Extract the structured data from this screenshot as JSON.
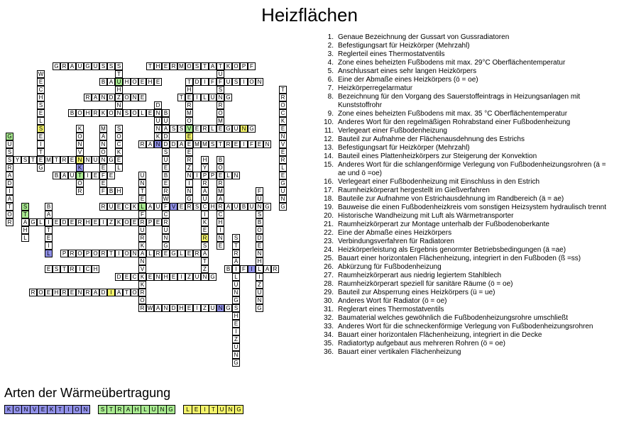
{
  "title": "Heizflächen",
  "colors": {
    "blue": "#9090e8",
    "green": "#a8ea90",
    "yellow": "#f4f46a"
  },
  "across": [
    {
      "word": "GRAUGUSS",
      "r": 4,
      "c": 6
    },
    {
      "word": "THERMOSTATKOPF",
      "r": 4,
      "c": 18
    },
    {
      "word": "BAUHOEHE",
      "r": 6,
      "c": 12
    },
    {
      "word": "DIFFUSION",
      "r": 6,
      "c": 24
    },
    {
      "word": "RANDZONE",
      "r": 8,
      "c": 10
    },
    {
      "word": "TEILUNG",
      "r": 8,
      "c": 22
    },
    {
      "word": "BOHRKONSOLEN",
      "r": 10,
      "c": 8
    },
    {
      "word": "NASSVERLEGUNG",
      "r": 12,
      "c": 19
    },
    {
      "word": "RANDDAEMMSTREIFEN",
      "r": 14,
      "c": 17
    },
    {
      "word": "SYSTEMTRENNUNG",
      "r": 16,
      "c": 0
    },
    {
      "word": "BAUTIEFE",
      "r": 18,
      "c": 6
    },
    {
      "word": "NIPPELN",
      "r": 18,
      "c": 23
    },
    {
      "word": "FBH",
      "r": 20,
      "c": 12
    },
    {
      "word": "RUECKLAUFVERSCHRAUBUNG",
      "r": 22,
      "c": 12
    },
    {
      "word": "GLIEDERHEIZKOERPER",
      "r": 24,
      "c": 3
    },
    {
      "word": "PROPORTIONALREGLER",
      "r": 28,
      "c": 7
    },
    {
      "word": "ESTRICH",
      "r": 30,
      "c": 5
    },
    {
      "word": "BIFILAR",
      "r": 30,
      "c": 28
    },
    {
      "word": "DECKENHEIZUNG",
      "r": 31,
      "c": 14
    },
    {
      "word": "ROEHRENRADIATOR",
      "r": 33,
      "c": 3
    },
    {
      "word": "WANDHEIZUNG",
      "r": 35,
      "c": 18
    }
  ],
  "down": [
    {
      "word": "STEHEND",
      "r": 4,
      "c": 14
    },
    {
      "word": "NUTEN",
      "r": 6,
      "c": 14
    },
    {
      "word": "WECHSELSEITIG",
      "r": 5,
      "c": 4
    },
    {
      "word": "THERMOMETER",
      "r": 6,
      "c": 23
    },
    {
      "word": "URSTROM",
      "r": 5,
      "c": 27
    },
    {
      "word": "TROCKENVERLEGUNG",
      "r": 7,
      "c": 35
    },
    {
      "word": "DRUCK",
      "r": 9,
      "c": 19
    },
    {
      "word": "KONVEKTOR",
      "r": 12,
      "c": 9
    },
    {
      "word": "MANOMETER",
      "r": 12,
      "c": 12
    },
    {
      "word": "SOCKEL",
      "r": 12,
      "c": 14
    },
    {
      "word": "BUNDESUEBERWACHUNG",
      "r": 10,
      "c": 20
    },
    {
      "word": "STUETZRING",
      "r": 12,
      "c": 23
    },
    {
      "word": "GUSSRADIATOR",
      "r": 13,
      "c": 0
    },
    {
      "word": "HYDRAULIK",
      "r": 16,
      "c": 25
    },
    {
      "word": "BOHRMASCHINE",
      "r": 16,
      "c": 27
    },
    {
      "word": "UNTERFLURKONVEKTOR",
      "r": 18,
      "c": 17
    },
    {
      "word": "FUSSBODENHEIZUNG",
      "r": 20,
      "c": 32
    },
    {
      "word": "STAHL",
      "r": 22,
      "c": 2
    },
    {
      "word": "BAUTEIL",
      "r": 22,
      "c": 5
    },
    {
      "word": "ERSATZ",
      "r": 25,
      "c": 25
    },
    {
      "word": "STRAHLUNGSHEIZUNG",
      "r": 26,
      "c": 29
    }
  ],
  "highlights": [
    {
      "r": 6,
      "c": 14,
      "color": "green"
    },
    {
      "r": 12,
      "c": 23,
      "color": "green"
    },
    {
      "r": 12,
      "c": 30,
      "color": "yellow"
    },
    {
      "r": 14,
      "c": 19,
      "color": "blue"
    },
    {
      "r": 13,
      "c": 23,
      "color": "yellow"
    },
    {
      "r": 12,
      "c": 4,
      "color": "yellow"
    },
    {
      "r": 16,
      "c": 9,
      "color": "yellow"
    },
    {
      "r": 17,
      "c": 9,
      "color": "blue"
    },
    {
      "r": 18,
      "c": 9,
      "color": "green"
    },
    {
      "r": 18,
      "c": 4,
      "color": "yellow"
    },
    {
      "r": 22,
      "c": 17,
      "color": "green"
    },
    {
      "r": 22,
      "c": 21,
      "color": "blue"
    },
    {
      "r": 22,
      "c": 2,
      "color": "green"
    },
    {
      "r": 23,
      "c": 2,
      "color": "green"
    },
    {
      "r": 26,
      "c": 25,
      "color": "yellow"
    },
    {
      "r": 28,
      "c": 5,
      "color": "blue"
    },
    {
      "r": 30,
      "c": 31,
      "color": "blue"
    },
    {
      "r": 33,
      "c": 13,
      "color": "yellow"
    },
    {
      "r": 35,
      "c": 27,
      "color": "blue"
    },
    {
      "r": 13,
      "c": 0,
      "color": "green"
    }
  ],
  "clues": [
    {
      "num": "1.",
      "text": "Genaue Bezeichnung der Gussart von Gussradiatoren"
    },
    {
      "num": "2.",
      "text": "Befestigungsart für Heizkörper (Mehrzahl)"
    },
    {
      "num": "3.",
      "text": "Reglerteil eines Thermostatventils"
    },
    {
      "num": "4.",
      "text": "Zone eines beheizten Fußbodens mit max. 29°C Oberflächentemperatur"
    },
    {
      "num": "5.",
      "text": "Anschlussart eines sehr langen Heizkörpers"
    },
    {
      "num": "6.",
      "text": "Eine der Abmaße eines Heizkörpers (ö = oe)"
    },
    {
      "num": "7.",
      "text": "Heizkörperregelarmatur"
    },
    {
      "num": "8.",
      "text": "Bezeichnung für den Vorgang des Sauerstoffeintrags in Heizungsanlagen mit Kunststoffrohr"
    },
    {
      "num": "9.",
      "text": "Zone eines beheizten Fußbodens mit max. 35 °C Oberflächentemperatur"
    },
    {
      "num": "10.",
      "text": "Anderes Wort für den regelmäßigen Rohrabstand einer Fußbodenheizung"
    },
    {
      "num": "11.",
      "text": "Verlegeart einer Fußbodenheizung"
    },
    {
      "num": "12.",
      "text": "Bauteil zur Aufnahme der Flächenausdehnung des Estrichs"
    },
    {
      "num": "13.",
      "text": "Befestigungsart für Heizkörper (Mehrzahl)"
    },
    {
      "num": "14.",
      "text": "Bauteil eines Plattenheizkörpers zur Steigerung der Konvektion"
    },
    {
      "num": "15.",
      "text": "Anderes Wort für die schlangenförmige Verlegung von Fußbodenheizungsrohren (ä = ae und ö =oe)"
    },
    {
      "num": "16.",
      "text": "Verlegeart einer Fußbodenheizung mit Einschluss in den Estrich"
    },
    {
      "num": "17.",
      "text": "Raumheizkörperart hergestellt im Gießverfahren"
    },
    {
      "num": "18.",
      "text": "Bauteile zur Aufnahme von Estrichausdehnung im Randbereich (ä = ae)"
    },
    {
      "num": "19.",
      "text": "Bauweise die einen Fußbodenheizkreis vom sonstigen Heizsystem hydraulisch trennt"
    },
    {
      "num": "20.",
      "text": "Historische Wandheizung mit Luft als Wärmetransporter"
    },
    {
      "num": "21.",
      "text": "Raumheizkörperart zur Montage unterhalb der Fußbodenoberkante"
    },
    {
      "num": "22.",
      "text": "Eine der Abmaße eines Heizkörpers"
    },
    {
      "num": "23.",
      "text": "Verbindungsverfahren für Radiatoren"
    },
    {
      "num": "24.",
      "text": "Heizkörperleistung als Ergebnis genormter Betriebsbedingungen (ä =ae)"
    },
    {
      "num": "25.",
      "text": "Bauart einer horizontalen Flächenheizung, integriert in den Fußboden (ß =ss)"
    },
    {
      "num": "26.",
      "text": "Abkürzung für Fußbodenheizung"
    },
    {
      "num": "27.",
      "text": "Raumheizkörperart aus niedrig legiertem Stahlblech"
    },
    {
      "num": "28.",
      "text": "Raumheizkörperart speziell für sanitäre Räume (ö = oe)"
    },
    {
      "num": "29.",
      "text": "Bauteil zur Absperrung eines Heizkörpers (ü = ue)"
    },
    {
      "num": "30.",
      "text": "Anderes Wort für Radiator (ö = oe)"
    },
    {
      "num": "31.",
      "text": "Reglerart eines Thermostatventils"
    },
    {
      "num": "32.",
      "text": "Baumaterial welches gewöhnlich die Fußbodenheizungsrohre umschließt"
    },
    {
      "num": "33.",
      "text": "Anderes Wort für die schneckenförmige Verlegung von Fußbodenheizungsrohren"
    },
    {
      "num": "34.",
      "text": "Bauart einer horizontalen Flächenheizung, integriert in die Decke"
    },
    {
      "num": "35.",
      "text": "Radiatortyp aufgebaut aus mehreren Rohren (ö = oe)"
    },
    {
      "num": "36.",
      "text": "Bauart einer vertikalen Flächenheizung"
    }
  ],
  "legend": {
    "title": "Arten der Wärmeübertragung",
    "words": [
      {
        "word": "KONVEKTION",
        "color": "blue"
      },
      {
        "word": "STRAHLUNG",
        "color": "green"
      },
      {
        "word": "LEITUNG",
        "color": "yellow"
      }
    ]
  }
}
